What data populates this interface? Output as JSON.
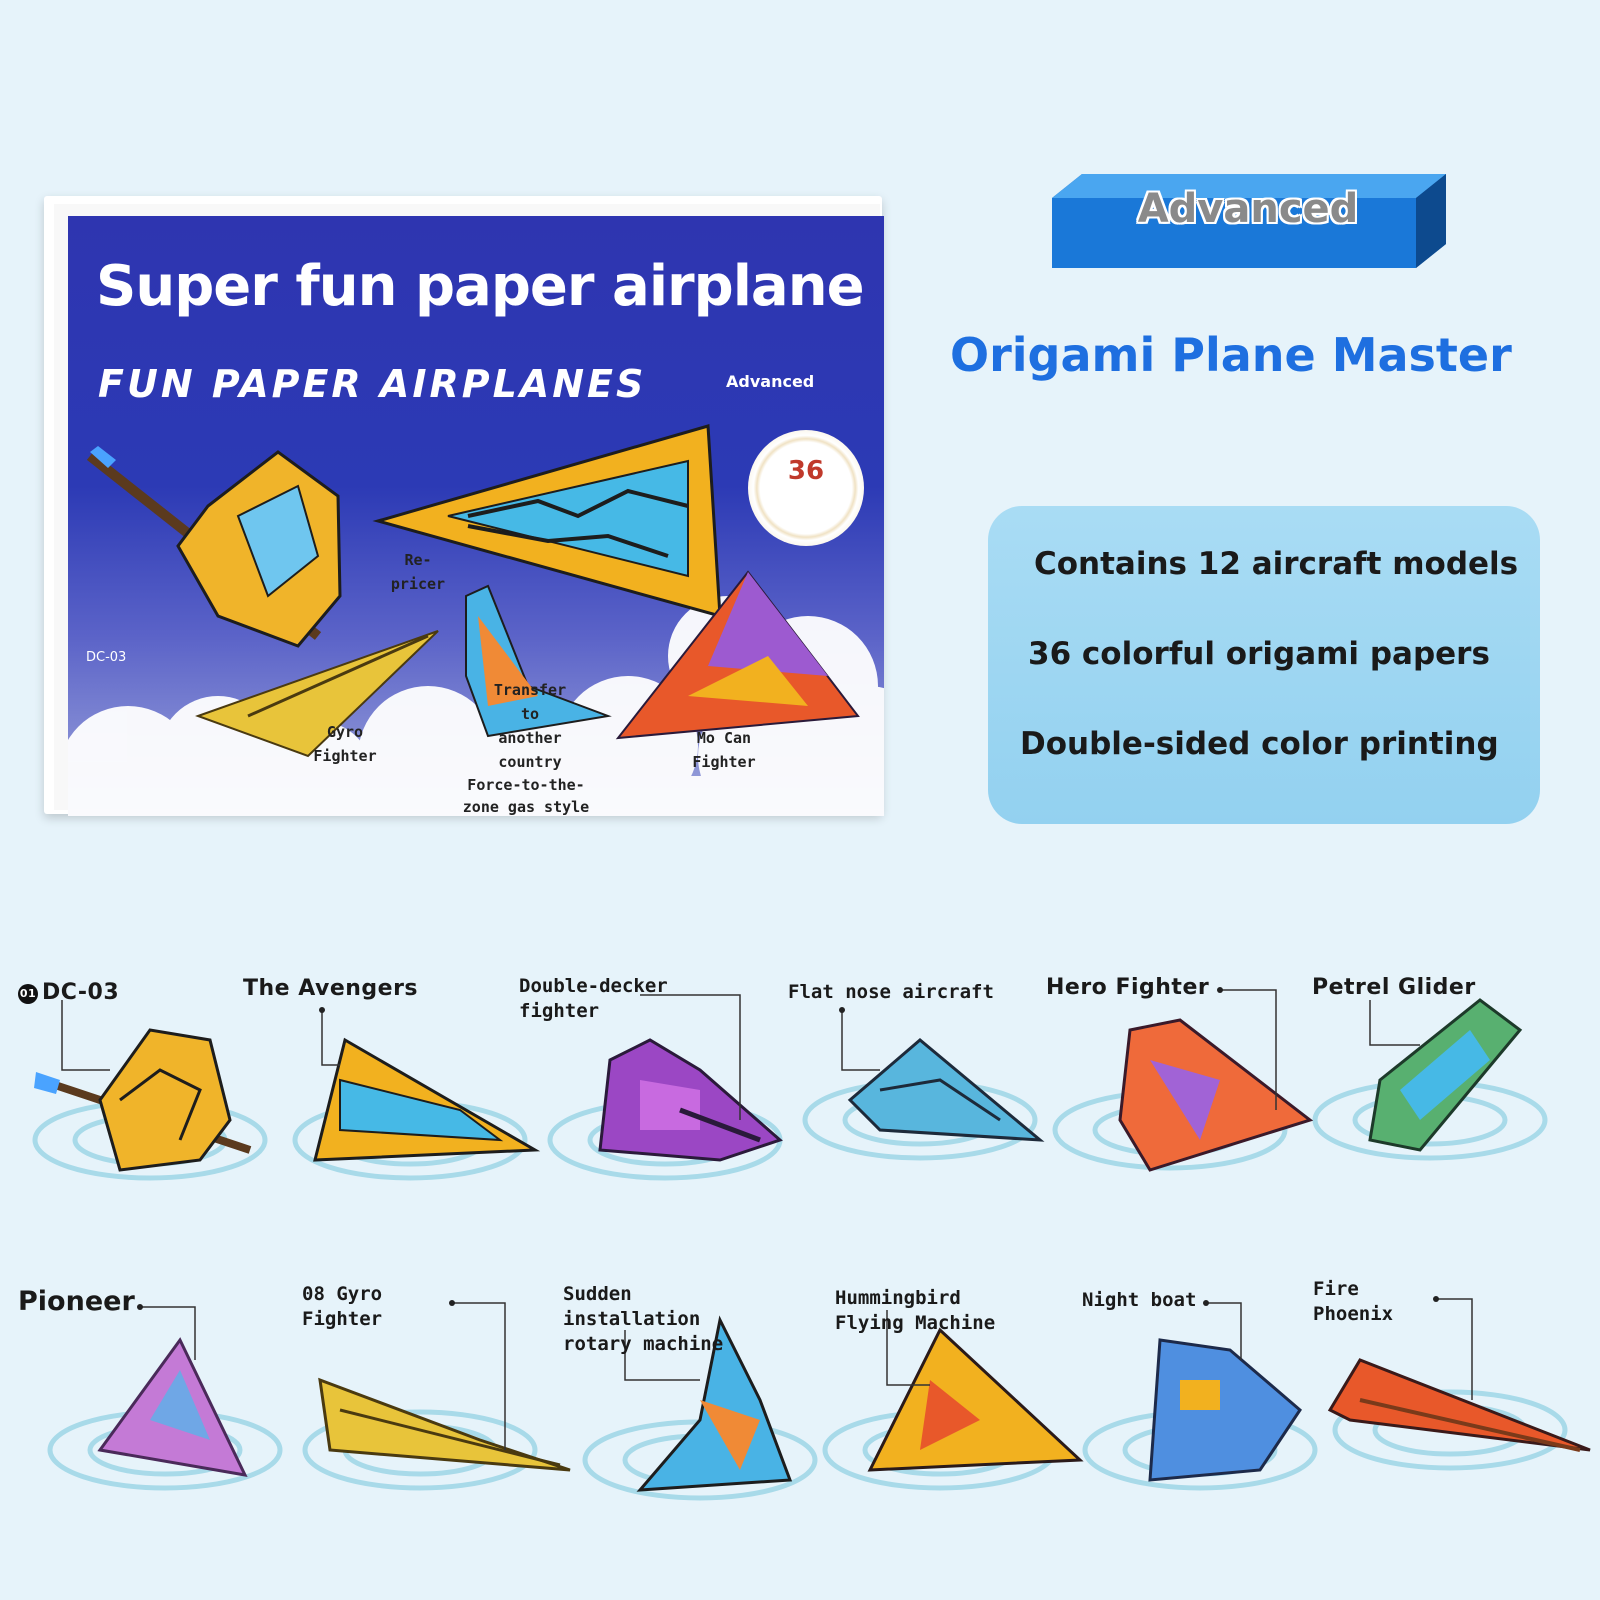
{
  "cover": {
    "title": "Super fun paper airplane",
    "subtitle": "FUN PAPER AIRPLANES",
    "level": "Advanced",
    "seal_count": "36",
    "labels": {
      "repricer": "Re-\npricer",
      "dc03": "DC-03",
      "gyro_fighter": "Gyro\nFighter",
      "transfer": "Transfer\nto\nanother\ncountry",
      "force_zone": "Force-to-the-\nzone gas style",
      "mo_can": "Mo Can\nFighter"
    }
  },
  "header": {
    "level_banner": "Advanced",
    "title": "Origami Plane Master"
  },
  "features": [
    "Contains 12 aircraft models",
    "36 colorful origami papers",
    "Double-sided color printing"
  ],
  "models_row1": [
    {
      "badge": "01",
      "name": "DC-03"
    },
    {
      "name": "The Avengers"
    },
    {
      "name": "Double-decker\nfighter"
    },
    {
      "name": "Flat nose aircraft"
    },
    {
      "name": "Hero Fighter"
    },
    {
      "name": "Petrel Glider"
    }
  ],
  "models_row2": [
    {
      "name": "Pioneer"
    },
    {
      "name": "08 Gyro\nFighter"
    },
    {
      "name": "Sudden\ninstallation\nrotary machine"
    },
    {
      "name": "Hummingbird\nFlying Machine"
    },
    {
      "name": "Night boat"
    },
    {
      "name": "Fire\nPhoenix"
    }
  ],
  "colors": {
    "background": "#e6f3fa",
    "cover_blue": "#2e35b0",
    "title_blue": "#1e6fe0",
    "feature_box": "#9dd5f1",
    "banner_blue": "#1a78d8"
  }
}
